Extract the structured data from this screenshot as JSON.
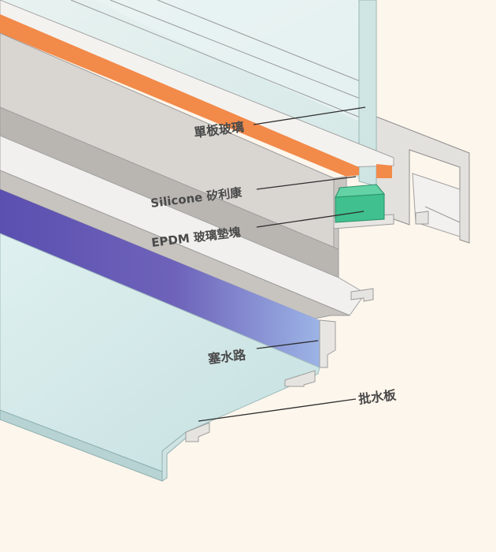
{
  "labels": {
    "glass": "單板玻璃",
    "silicone": "Silicone 矽利康",
    "epdm": "EPDM 玻璃墊塊",
    "gutter": "塞水路",
    "sill": "批水板"
  },
  "colors": {
    "background": "#fdf6ec",
    "glass": "#d7ebea",
    "silicone": "#f28a4a",
    "epdm_block": "#3fc08e",
    "gutter": "#6a5cb8",
    "aluminium": "#dcd9d6"
  }
}
